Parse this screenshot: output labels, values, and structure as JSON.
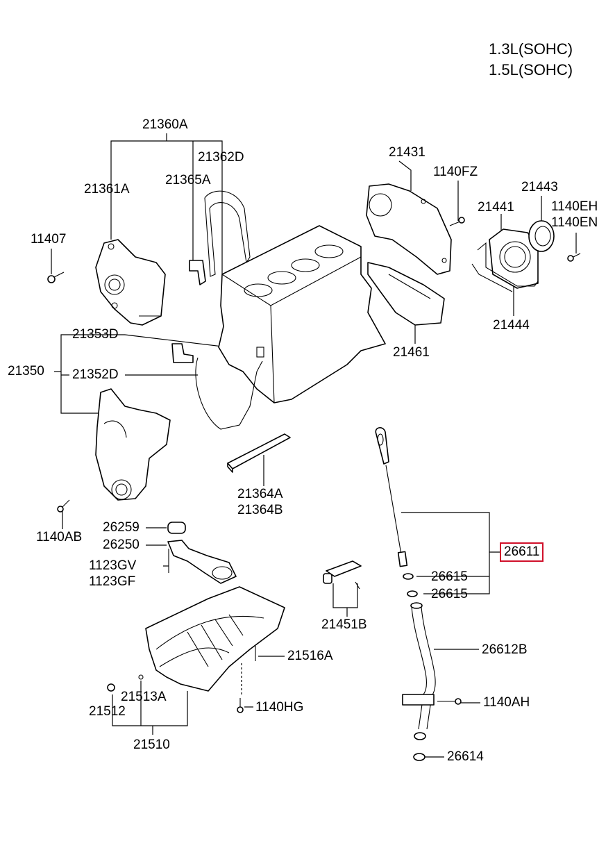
{
  "engine": [
    "1.3L(SOHC)",
    "1.5L(SOHC)"
  ],
  "highlight_color": "#d0102a",
  "labels": {
    "p21360A": "21360A",
    "p21362D": "21362D",
    "p21365A": "21365A",
    "p21361A": "21361A",
    "p11407": "11407",
    "p21431": "21431",
    "p1140FZ": "1140FZ",
    "p21443": "21443",
    "p21441": "21441",
    "p1140EH": "1140EH",
    "p1140EN": "1140EN",
    "p21444": "21444",
    "p21461": "21461",
    "p21353D": "21353D",
    "p21350": "21350",
    "p21352D": "21352D",
    "p21364A": "21364A",
    "p21364B": "21364B",
    "p1140AB": "1140AB",
    "p26259": "26259",
    "p26250": "26250",
    "p1123GV": "1123GV",
    "p1123GF": "1123GF",
    "p26611": "26611",
    "p26615a": "26615",
    "p26615b": "26615",
    "p21451B": "21451B",
    "p26612B": "26612B",
    "p21516A": "21516A",
    "p21513A": "21513A",
    "p21512": "21512",
    "p1140HG": "1140HG",
    "p1140AH": "1140AH",
    "p21510": "21510",
    "p26614": "26614"
  }
}
